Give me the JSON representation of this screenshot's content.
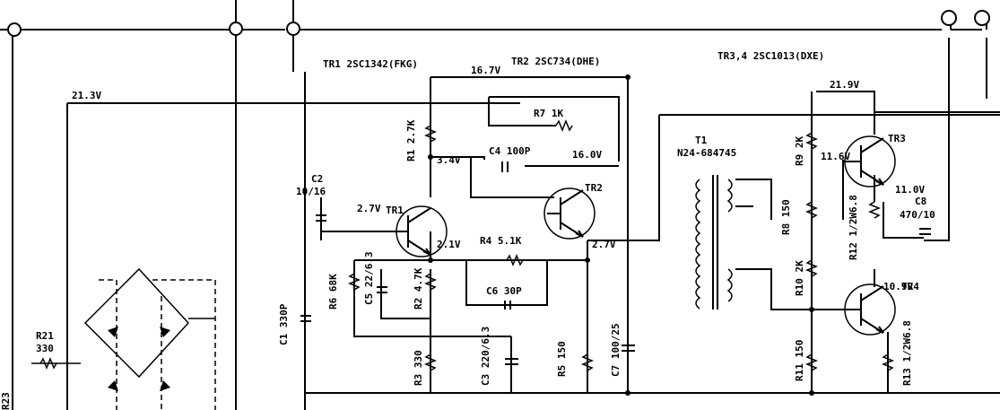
{
  "transistors": {
    "tr1_tr2_header": "TR1 2SC1342(FKG)",
    "tr2_header": "TR2 2SC734(DHE)",
    "tr34_header": "TR3,4 2SC1013(DXE)",
    "tr1": "TR1",
    "tr2": "TR2",
    "tr3": "TR3",
    "tr4": "TR4"
  },
  "transformer": {
    "name": "T1",
    "part": "N24-684745"
  },
  "voltages": {
    "v_left": "21.3V",
    "v_top_mid": "16.7V",
    "v_right": "21.9V",
    "v_tr1_base": "2.7V",
    "v_tr1_emitter": "2.1V",
    "v_tr1_collector": "3.4V",
    "v_tr2_collector": "16.0V",
    "v_tr2_emitter": "2.7V",
    "v_tr3_base": "11.6V",
    "v_tr3_emitter": "11.0V",
    "v_tr4": "10.9V"
  },
  "components": {
    "r1": "R1 2.7K",
    "r7": "R7 1K",
    "c4": "C4 100P",
    "c2": "C2",
    "c2_val": "10/16",
    "r4": "R4 5.1K",
    "c6": "C6 30P",
    "r6": "R6 68K",
    "c5": "C5 22/6.3",
    "r2": "R2 4.7K",
    "c1": "C1 330P",
    "r3": "R3 330",
    "c3": "C3 220/6.3",
    "r5": "R5 150",
    "c7": "C7 100/25",
    "r8": "R8 150",
    "r9": "R9 2K",
    "r10": "R10 2K",
    "r11": "R11 150",
    "r12": "R12 1/2W6.8",
    "c8": "C8",
    "c8_val": "470/10",
    "r13": "R13 1/2W6.8",
    "r21": "R21",
    "r21_val": "330",
    "edge_label": "R23"
  }
}
